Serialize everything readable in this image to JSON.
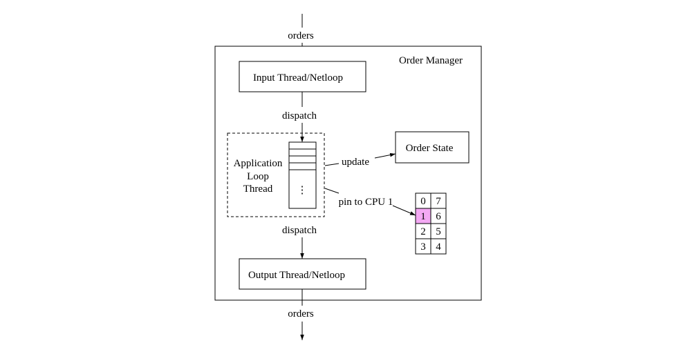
{
  "labels": {
    "orders_in": "orders",
    "orders_out": "orders",
    "order_manager": "Order Manager",
    "input_thread": "Input Thread/Netloop",
    "dispatch_top": "dispatch",
    "app_loop_line1": "Application",
    "app_loop_line2": "Loop",
    "app_loop_line3": "Thread",
    "queue_ellipsis": "⋮",
    "update": "update",
    "order_state": "Order State",
    "pin": "pin to CPU 1",
    "dispatch_bottom": "dispatch",
    "output_thread": "Output Thread/Netloop"
  },
  "cpu_grid": {
    "rows": [
      [
        "0",
        "7"
      ],
      [
        "1",
        "6"
      ],
      [
        "2",
        "5"
      ],
      [
        "3",
        "4"
      ]
    ],
    "highlighted": "1",
    "highlight_color": "#f4a9f4"
  }
}
